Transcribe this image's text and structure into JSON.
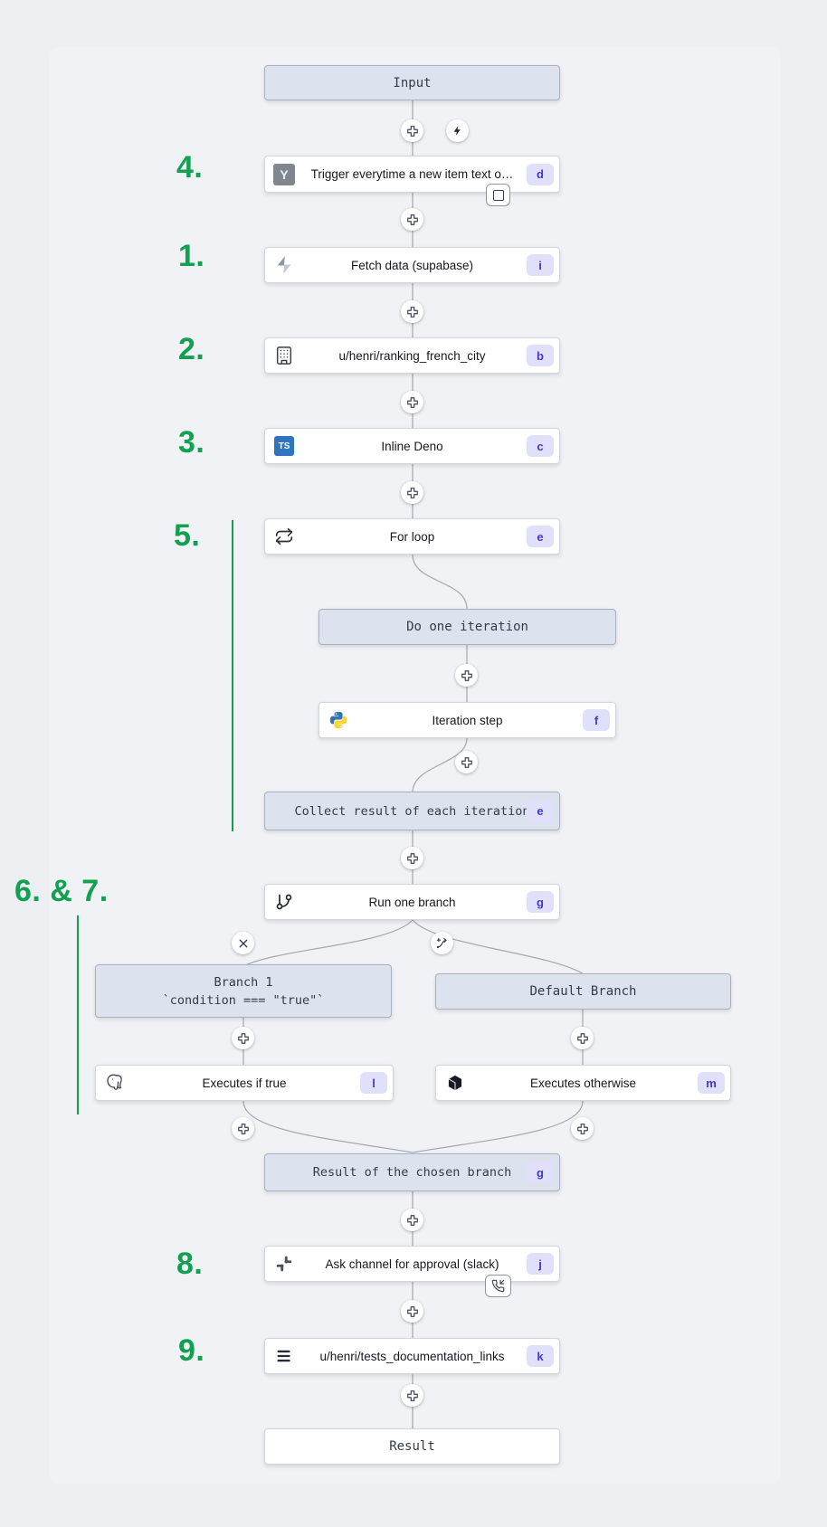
{
  "flow": {
    "virtual": {
      "input": "Input",
      "do_one_iteration": "Do one iteration",
      "collect": "Collect result of each iteration",
      "collect_badge": "e",
      "branch1_title": "Branch 1",
      "branch1_condition": "`condition === \"true\"`",
      "default_branch": "Default Branch",
      "chosen_result": "Result of the chosen branch",
      "chosen_result_badge": "g",
      "result": "Result"
    },
    "steps": [
      {
        "id": "d",
        "label": "Trigger everytime a new item text o…",
        "icon": "y-app-icon"
      },
      {
        "id": "i",
        "label": "Fetch data (supabase)",
        "icon": "supabase-icon"
      },
      {
        "id": "b",
        "label": "u/henri/ranking_french_city",
        "icon": "building-icon"
      },
      {
        "id": "c",
        "label": "Inline Deno",
        "icon": "typescript-icon"
      },
      {
        "id": "e",
        "label": "For loop",
        "icon": "loop-icon"
      },
      {
        "id": "f",
        "label": "Iteration step",
        "icon": "python-icon"
      },
      {
        "id": "g",
        "label": "Run one branch",
        "icon": "git-branch-icon"
      },
      {
        "id": "l",
        "label": "Executes if true",
        "icon": "postgresql-icon"
      },
      {
        "id": "m",
        "label": "Executes otherwise",
        "icon": "cube-icon"
      },
      {
        "id": "j",
        "label": "Ask channel for approval (slack)",
        "icon": "slack-icon"
      },
      {
        "id": "k",
        "label": "u/henri/tests_documentation_links",
        "icon": "menu-icon"
      }
    ],
    "icon_letters": {
      "y": "Y",
      "ts": "TS"
    }
  },
  "annotations": [
    "4.",
    "1.",
    "2.",
    "3.",
    "5.",
    "6. & 7.",
    "8.",
    "9."
  ],
  "colors": {
    "accent_green": "#12a150",
    "virtual_node_bg": "#dce3ee",
    "badge_bg": "#e0e0fb",
    "badge_text": "#4338ca",
    "edge": "#a2a8b0",
    "canvas_bg": "#edeff2"
  }
}
